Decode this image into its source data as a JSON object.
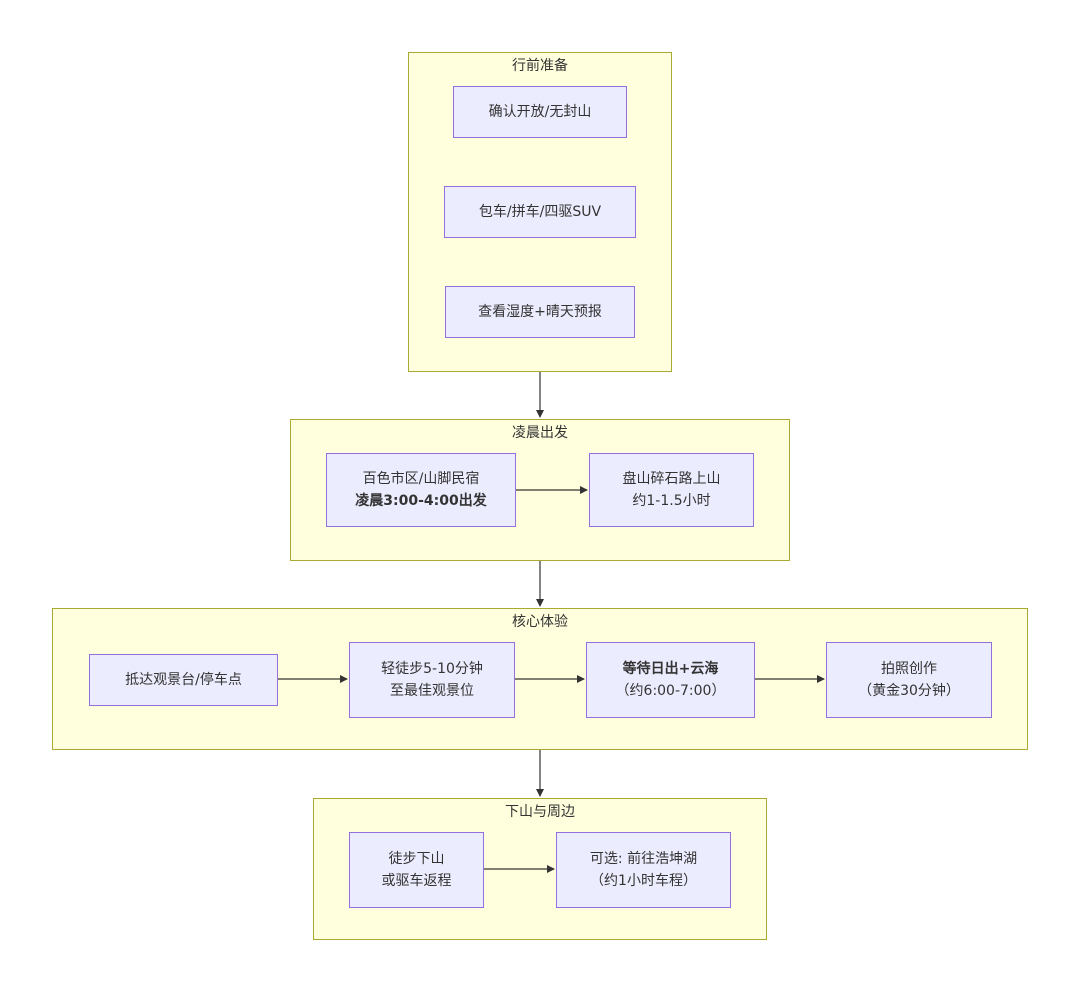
{
  "groups": {
    "prep": {
      "title": "行前准备"
    },
    "depart": {
      "title": "凌晨出发"
    },
    "core": {
      "title": "核心体验"
    },
    "descent": {
      "title": "下山与周边"
    }
  },
  "nodes": {
    "confirm_open": {
      "line1": "确认开放/无封山"
    },
    "charter": {
      "line1": "包车/拼车/四驱SUV"
    },
    "weather": {
      "line1": "查看湿度+晴天预报"
    },
    "depart_from": {
      "line1": "百色市区/山脚民宿",
      "line2": "凌晨3:00-4:00出发"
    },
    "mountain_road": {
      "line1": "盘山碎石路上山",
      "line2": "约1-1.5小时"
    },
    "arrive": {
      "line1": "抵达观景台/停车点"
    },
    "walk": {
      "line1": "轻徒步5-10分钟",
      "line2": "至最佳观景位"
    },
    "wait": {
      "line1": "等待日出+云海",
      "line2": "（约6:00-7:00）"
    },
    "photo": {
      "line1": "拍照创作",
      "line2": "（黄金30分钟）"
    },
    "down": {
      "line1": "徒步下山",
      "line2": "或驱车返程"
    },
    "optional": {
      "line1": "可选: 前往浩坤湖",
      "line2": "（约1小时车程）"
    }
  },
  "colors": {
    "group_fill": "#ffffde",
    "group_border": "#aaaa33",
    "node_fill": "#ececff",
    "node_border": "#9370db",
    "edge": "#333333"
  }
}
